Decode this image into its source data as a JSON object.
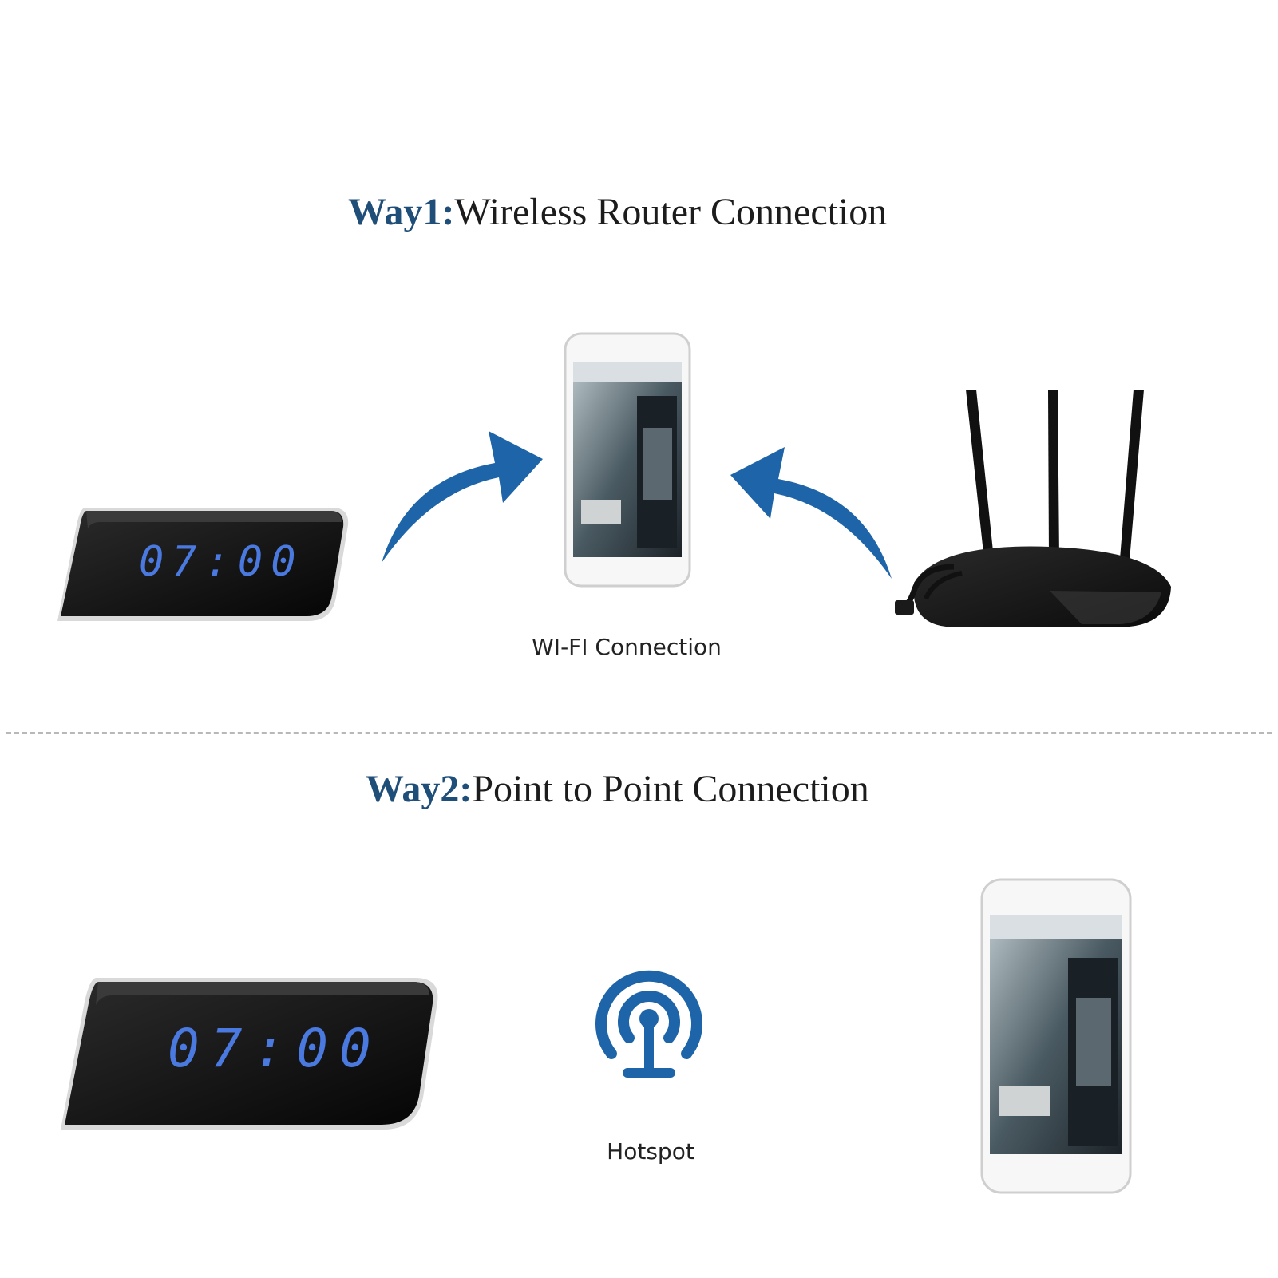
{
  "way1": {
    "prefix": "Way1:",
    "title": "Wireless Router Connection",
    "caption": "WI-FI Connection",
    "clock_time": "07:00"
  },
  "way2": {
    "prefix": "Way2:",
    "title": "Point to Point Connection",
    "caption": "Hotspot",
    "clock_time": "07:00"
  },
  "colors": {
    "heading_accent": "#1f4e79",
    "arrow_blue": "#1e64a8",
    "clock_digit_blue": "#4a79e0"
  },
  "icons": [
    "clock-camera-icon",
    "arrow-icon",
    "smartphone-icon",
    "router-icon",
    "hotspot-icon"
  ]
}
